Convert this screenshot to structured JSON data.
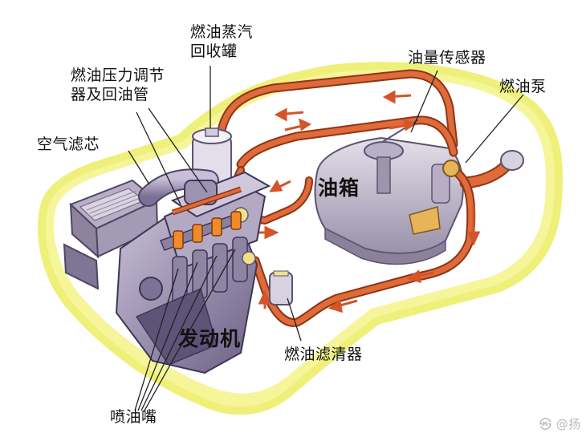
{
  "labels": {
    "vapor_canister": "燃油蒸汽\n回收罐",
    "pressure_regulator": "燃油压力调节\n器及回油管",
    "air_filter": "空气滤芯",
    "level_sensor": "油量传感器",
    "fuel_pump": "燃油泵",
    "fuel_tank": "油箱",
    "engine": "发动机",
    "fuel_filter": "燃油滤清器",
    "injectors": "喷油嘴",
    "watermark": "㉿ @扬"
  },
  "colors": {
    "glow": "#f6f59a",
    "glow_edge": "#eef07a",
    "car_outline": "#ffffff",
    "fuel_line": "#df6a3a",
    "fuel_line_edge": "#8e3514",
    "arrow": "#d4552a",
    "engine_body": "#a59ab8",
    "engine_dark": "#6f6488",
    "tank_body": "#c9c2d3",
    "injector_orange": "#f08a2a",
    "label_line": "#222222"
  }
}
